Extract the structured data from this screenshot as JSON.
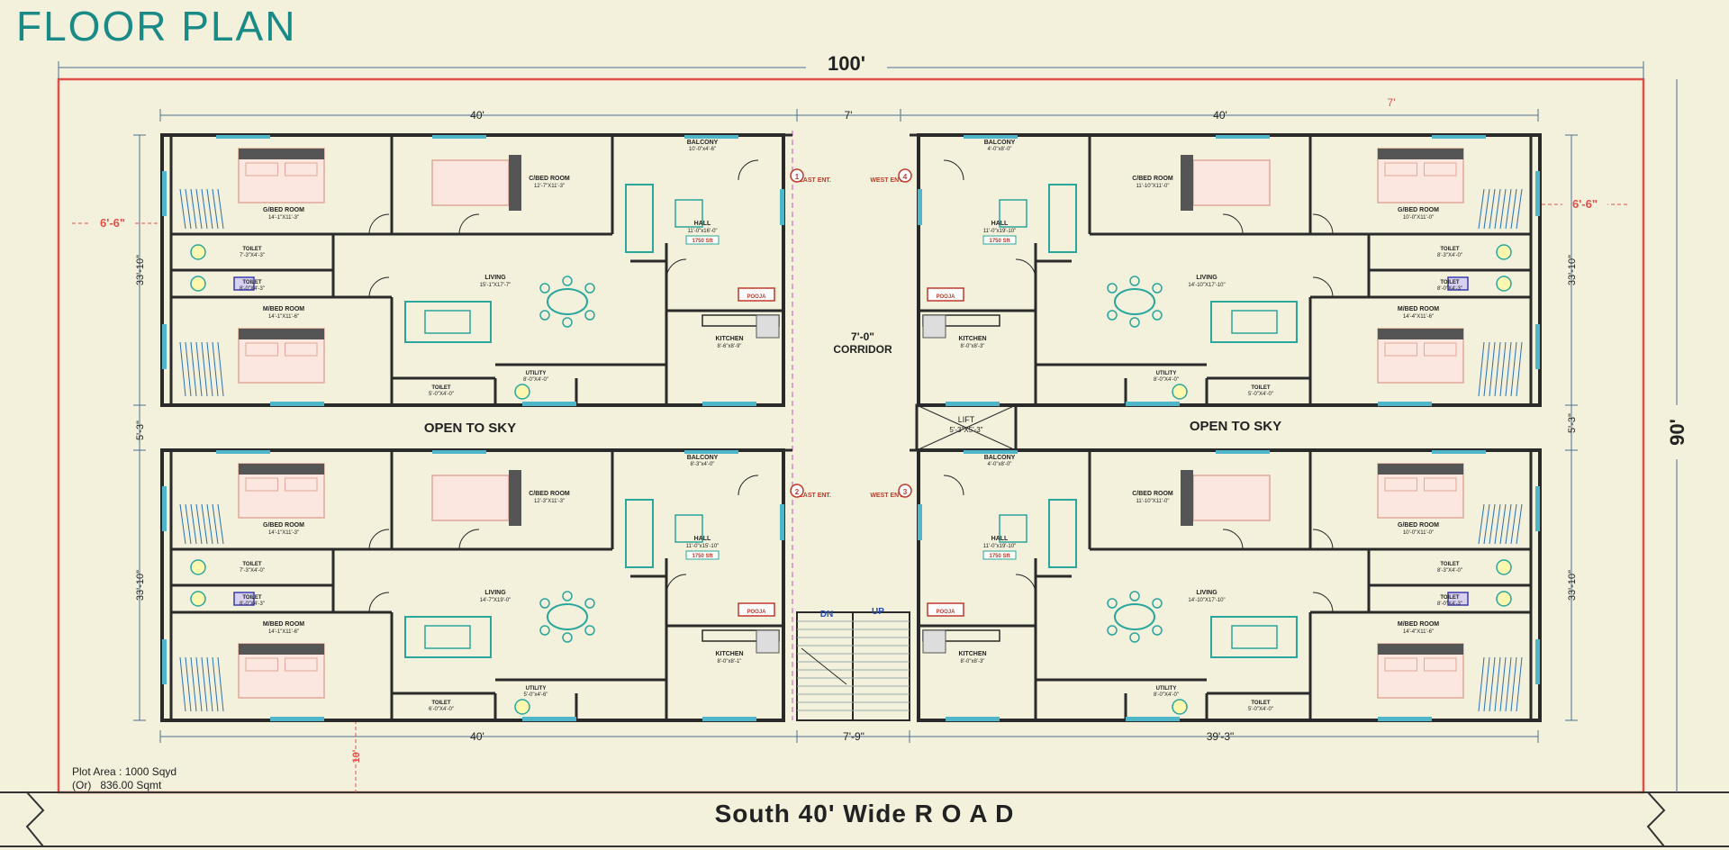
{
  "title": "FLOOR PLAN",
  "dims": {
    "top_total": "100'",
    "right_total": "90'",
    "top_left": "40'",
    "top_mid": "7'",
    "top_right": "40'",
    "top_right_small": "7'",
    "bottom_left": "40'",
    "bottom_mid": "7'-9\"",
    "bottom_right": "39'-3\"",
    "left_offset": "6'-6\"",
    "right_offset": "6'-6\"",
    "left_upper": "33'-10\"",
    "left_gap": "5'-3\"",
    "left_lower": "33'-10\"",
    "right_upper": "33'-10\"",
    "right_gap": "5'-3\"",
    "right_lower": "33'-10\"",
    "bottom_setback": "10'"
  },
  "labels": {
    "open_sky_left": "OPEN TO SKY",
    "open_sky_right": "OPEN TO SKY",
    "corridor_a": "7'-0\"",
    "corridor_b": "CORRIDOR",
    "lift": "LIFT",
    "lift_size": "5'-3\"X5'-3\"",
    "dn": "DN",
    "up": "UP"
  },
  "units": [
    {
      "hall": "HALL",
      "hall_size": "11'-0\"x16'-0\"",
      "sqft": "1750 Sft",
      "cbed": "C/BED ROOM",
      "cbed_size": "12'-7\"X11'-3\"",
      "gbed": "G/BED ROOM",
      "gbed_size": "14'-1\"X11'-3\"",
      "mbed": "M/BED ROOM",
      "mbed_size": "14'-1\"X11'-6\"",
      "living": "LIVING",
      "living_size": "15'-1\"X17'-7\"",
      "kitchen": "KITCHEN",
      "kitchen_size": "8'-6\"x8'-9\"",
      "utility": "UTILITY",
      "utility_size": "8'-0\"X4'-0\"",
      "balcony": "BALCONY",
      "balcony_size": "10'-0\"x4'-6\"",
      "toilet1": "TOILET",
      "toilet1_size": "7'-3\"X4'-3\"",
      "toilet2": "TOILET",
      "toilet2_size": "8'-0\"X4'-3\"",
      "toilet3": "TOILET",
      "toilet3_size": "5'-0\"X4'-0\"",
      "pooja": "POOJA",
      "entry": "EAST ENT.",
      "num": "1"
    },
    {
      "hall": "HALL",
      "hall_size": "11'-0\"x19'-10\"",
      "sqft": "1750 Sft",
      "cbed": "C/BED ROOM",
      "cbed_size": "11'-10\"X11'-0\"",
      "gbed": "G/BED ROOM",
      "gbed_size": "10'-0\"X11'-0\"",
      "mbed": "M/BED ROOM",
      "mbed_size": "14'-4\"X11'-6\"",
      "living": "LIVING",
      "living_size": "14'-10\"X17'-10\"",
      "kitchen": "KITCHEN",
      "kitchen_size": "8'-0\"x8'-3\"",
      "utility": "UTILITY",
      "utility_size": "8'-0\"X4'-0\"",
      "balcony": "BALCONY",
      "balcony_size": "4'-0\"x8'-0\"",
      "toilet1": "TOILET",
      "toilet1_size": "8'-3\"X4'-0\"",
      "toilet2": "TOILET",
      "toilet2_size": "8'-0\"X4'-3\"",
      "toilet3": "TOILET",
      "toilet3_size": "5'-0\"X4'-0\"",
      "pooja": "POOJA",
      "entry": "WEST ENT.",
      "num": "4"
    },
    {
      "hall": "HALL",
      "hall_size": "11'-0\"x15'-10\"",
      "sqft": "1750 Sft",
      "cbed": "C/BED ROOM",
      "cbed_size": "12'-3\"X11'-3\"",
      "gbed": "G/BED ROOM",
      "gbed_size": "14'-1\"X11'-3\"",
      "mbed": "M/BED ROOM",
      "mbed_size": "14'-1\"X11'-6\"",
      "living": "LIVING",
      "living_size": "14'-7\"X19'-0\"",
      "kitchen": "KITCHEN",
      "kitchen_size": "8'-0\"x8'-1\"",
      "utility": "UTILITY",
      "utility_size": "5'-0\"x4'-6\"",
      "balcony": "BALCONY",
      "balcony_size": "8'-3\"x4'-0\"",
      "toilet1": "TOILET",
      "toilet1_size": "7'-3\"X4'-0\"",
      "toilet2": "TOILET",
      "toilet2_size": "8'-0\"X4'-3\"",
      "toilet3": "TOILET",
      "toilet3_size": "6'-0\"X4'-0\"",
      "pooja": "POOJA",
      "entry": "EAST ENT.",
      "num": "2"
    },
    {
      "hall": "HALL",
      "hall_size": "11'-0\"x19'-10\"",
      "sqft": "1750 Sft",
      "cbed": "C/BED ROOM",
      "cbed_size": "11'-10\"X11'-0\"",
      "gbed": "G/BED ROOM",
      "gbed_size": "10'-0\"X11'-0\"",
      "mbed": "M/BED ROOM",
      "mbed_size": "14'-4\"X11'-6\"",
      "living": "LIVING",
      "living_size": "14'-10\"X17'-10\"",
      "kitchen": "KITCHEN",
      "kitchen_size": "8'-0\"x8'-3\"",
      "utility": "UTILITY",
      "utility_size": "8'-0\"X4'-0\"",
      "balcony": "BALCONY",
      "balcony_size": "4'-0\"x8'-0\"",
      "toilet1": "TOILET",
      "toilet1_size": "8'-3\"X4'-0\"",
      "toilet2": "TOILET",
      "toilet2_size": "8'-0\"X4'-3\"",
      "toilet3": "TOILET",
      "toilet3_size": "5'-0\"X4'-0\"",
      "pooja": "POOJA",
      "entry": "WEST ENT.",
      "num": "3"
    }
  ],
  "plot_area": {
    "line1": "Plot Area : 1000 Sqyd",
    "line2": "(Or)   836.00 Sqmt"
  },
  "road": "South  40' Wide R O A D",
  "colors": {
    "background": "#f3f1dc",
    "border_red": "#e0504a",
    "wall": "#2a2a2a",
    "dim_line": "#4c6f8f",
    "furniture": "#2aa69c",
    "bed": "#e0a79a",
    "title_teal": "#1a8a86"
  }
}
